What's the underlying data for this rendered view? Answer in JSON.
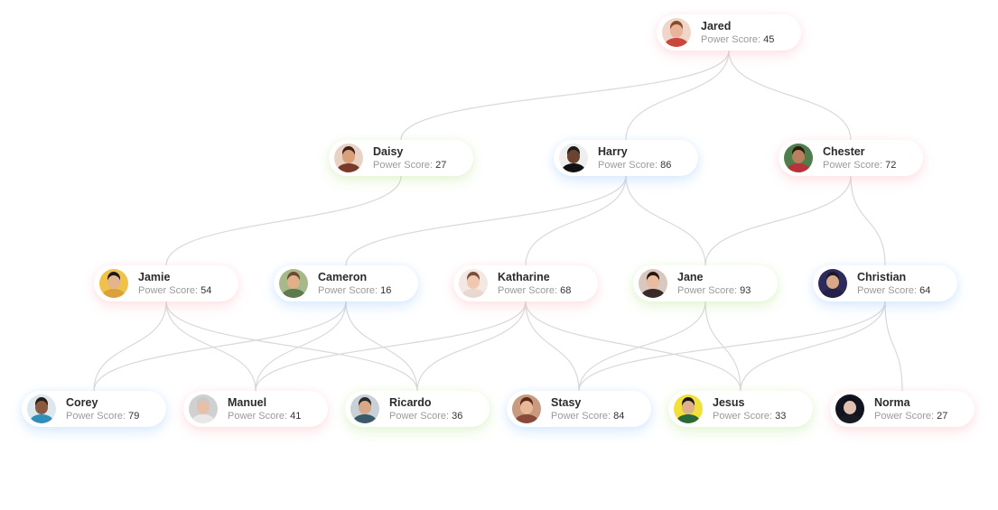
{
  "score_label": "Power Score:",
  "nodes": [
    {
      "id": "jared",
      "name": "Jared",
      "score": "45",
      "glow": "pink",
      "skin": "#e8b59a",
      "hair": "#8a4a2c",
      "shirt": "#c9483b",
      "bg": "#f0d6c8"
    },
    {
      "id": "daisy",
      "name": "Daisy",
      "score": "27",
      "glow": "green",
      "skin": "#d9a07a",
      "hair": "#3a2318",
      "shirt": "#7a3a2a",
      "bg": "#e9d2c4"
    },
    {
      "id": "harry",
      "name": "Harry",
      "score": "86",
      "glow": "blue",
      "skin": "#6b4330",
      "hair": "#1c1c1c",
      "shirt": "#111111",
      "bg": "#eeeeee"
    },
    {
      "id": "chester",
      "name": "Chester",
      "score": "72",
      "glow": "pink",
      "skin": "#b9805e",
      "hair": "#2b1a12",
      "shirt": "#b8323a",
      "bg": "#4f7d4e"
    },
    {
      "id": "jamie",
      "name": "Jamie",
      "score": "54",
      "glow": "pink",
      "skin": "#e3b48e",
      "hair": "#1a1a1a",
      "shirt": "#d9a23a",
      "bg": "#f0c24a"
    },
    {
      "id": "cameron",
      "name": "Cameron",
      "score": "16",
      "glow": "blue",
      "skin": "#e0b088",
      "hair": "#6a4a30",
      "shirt": "#5e7a4e",
      "bg": "#a7b98a"
    },
    {
      "id": "katharine",
      "name": "Katharine",
      "score": "68",
      "glow": "pink",
      "skin": "#f0c8b0",
      "hair": "#7a5038",
      "shirt": "#e8d8d0",
      "bg": "#f3e8e4"
    },
    {
      "id": "jane",
      "name": "Jane",
      "score": "93",
      "glow": "green",
      "skin": "#e8bca0",
      "hair": "#2a1810",
      "shirt": "#3a2a2a",
      "bg": "#d8c8c0"
    },
    {
      "id": "christian",
      "name": "Christian",
      "score": "64",
      "glow": "blue",
      "skin": "#d8a888",
      "hair": "#1a1a2a",
      "shirt": "#24204a",
      "bg": "#2e2a5a"
    },
    {
      "id": "corey",
      "name": "Corey",
      "score": "79",
      "glow": "blue",
      "skin": "#8a5a40",
      "hair": "#2a1a12",
      "shirt": "#2f8fb8",
      "bg": "#dce8ee"
    },
    {
      "id": "manuel",
      "name": "Manuel",
      "score": "41",
      "glow": "pink",
      "skin": "#e6c0a8",
      "hair": "#c8c8c8",
      "shirt": "#e8e8e8",
      "bg": "#d0d0d0"
    },
    {
      "id": "ricardo",
      "name": "Ricardo",
      "score": "36",
      "glow": "green",
      "skin": "#d8a888",
      "hair": "#2a2a2a",
      "shirt": "#3a5a6a",
      "bg": "#c8d0d8"
    },
    {
      "id": "stasy",
      "name": "Stasy",
      "score": "84",
      "glow": "blue",
      "skin": "#e8b898",
      "hair": "#5a2a1a",
      "shirt": "#8a4a3a",
      "bg": "#c89a80"
    },
    {
      "id": "jesus",
      "name": "Jesus",
      "score": "33",
      "glow": "green",
      "skin": "#e0b088",
      "hair": "#1a1a1a",
      "shirt": "#2a6a3a",
      "bg": "#f2e03a"
    },
    {
      "id": "norma",
      "name": "Norma",
      "score": "27",
      "glow": "pink",
      "skin": "#e0c0b0",
      "hair": "#0e0e16",
      "shirt": "#1a1a24",
      "bg": "#121420"
    }
  ],
  "edges": [
    [
      "jared",
      "daisy"
    ],
    [
      "jared",
      "harry"
    ],
    [
      "jared",
      "chester"
    ],
    [
      "daisy",
      "jamie"
    ],
    [
      "harry",
      "cameron"
    ],
    [
      "harry",
      "katharine"
    ],
    [
      "harry",
      "jane"
    ],
    [
      "chester",
      "jane"
    ],
    [
      "chester",
      "christian"
    ],
    [
      "jamie",
      "corey"
    ],
    [
      "jamie",
      "manuel"
    ],
    [
      "jamie",
      "ricardo"
    ],
    [
      "cameron",
      "corey"
    ],
    [
      "cameron",
      "manuel"
    ],
    [
      "cameron",
      "ricardo"
    ],
    [
      "katharine",
      "manuel"
    ],
    [
      "katharine",
      "ricardo"
    ],
    [
      "katharine",
      "stasy"
    ],
    [
      "katharine",
      "jesus"
    ],
    [
      "jane",
      "stasy"
    ],
    [
      "jane",
      "jesus"
    ],
    [
      "christian",
      "stasy"
    ],
    [
      "christian",
      "jesus"
    ],
    [
      "christian",
      "norma"
    ]
  ]
}
